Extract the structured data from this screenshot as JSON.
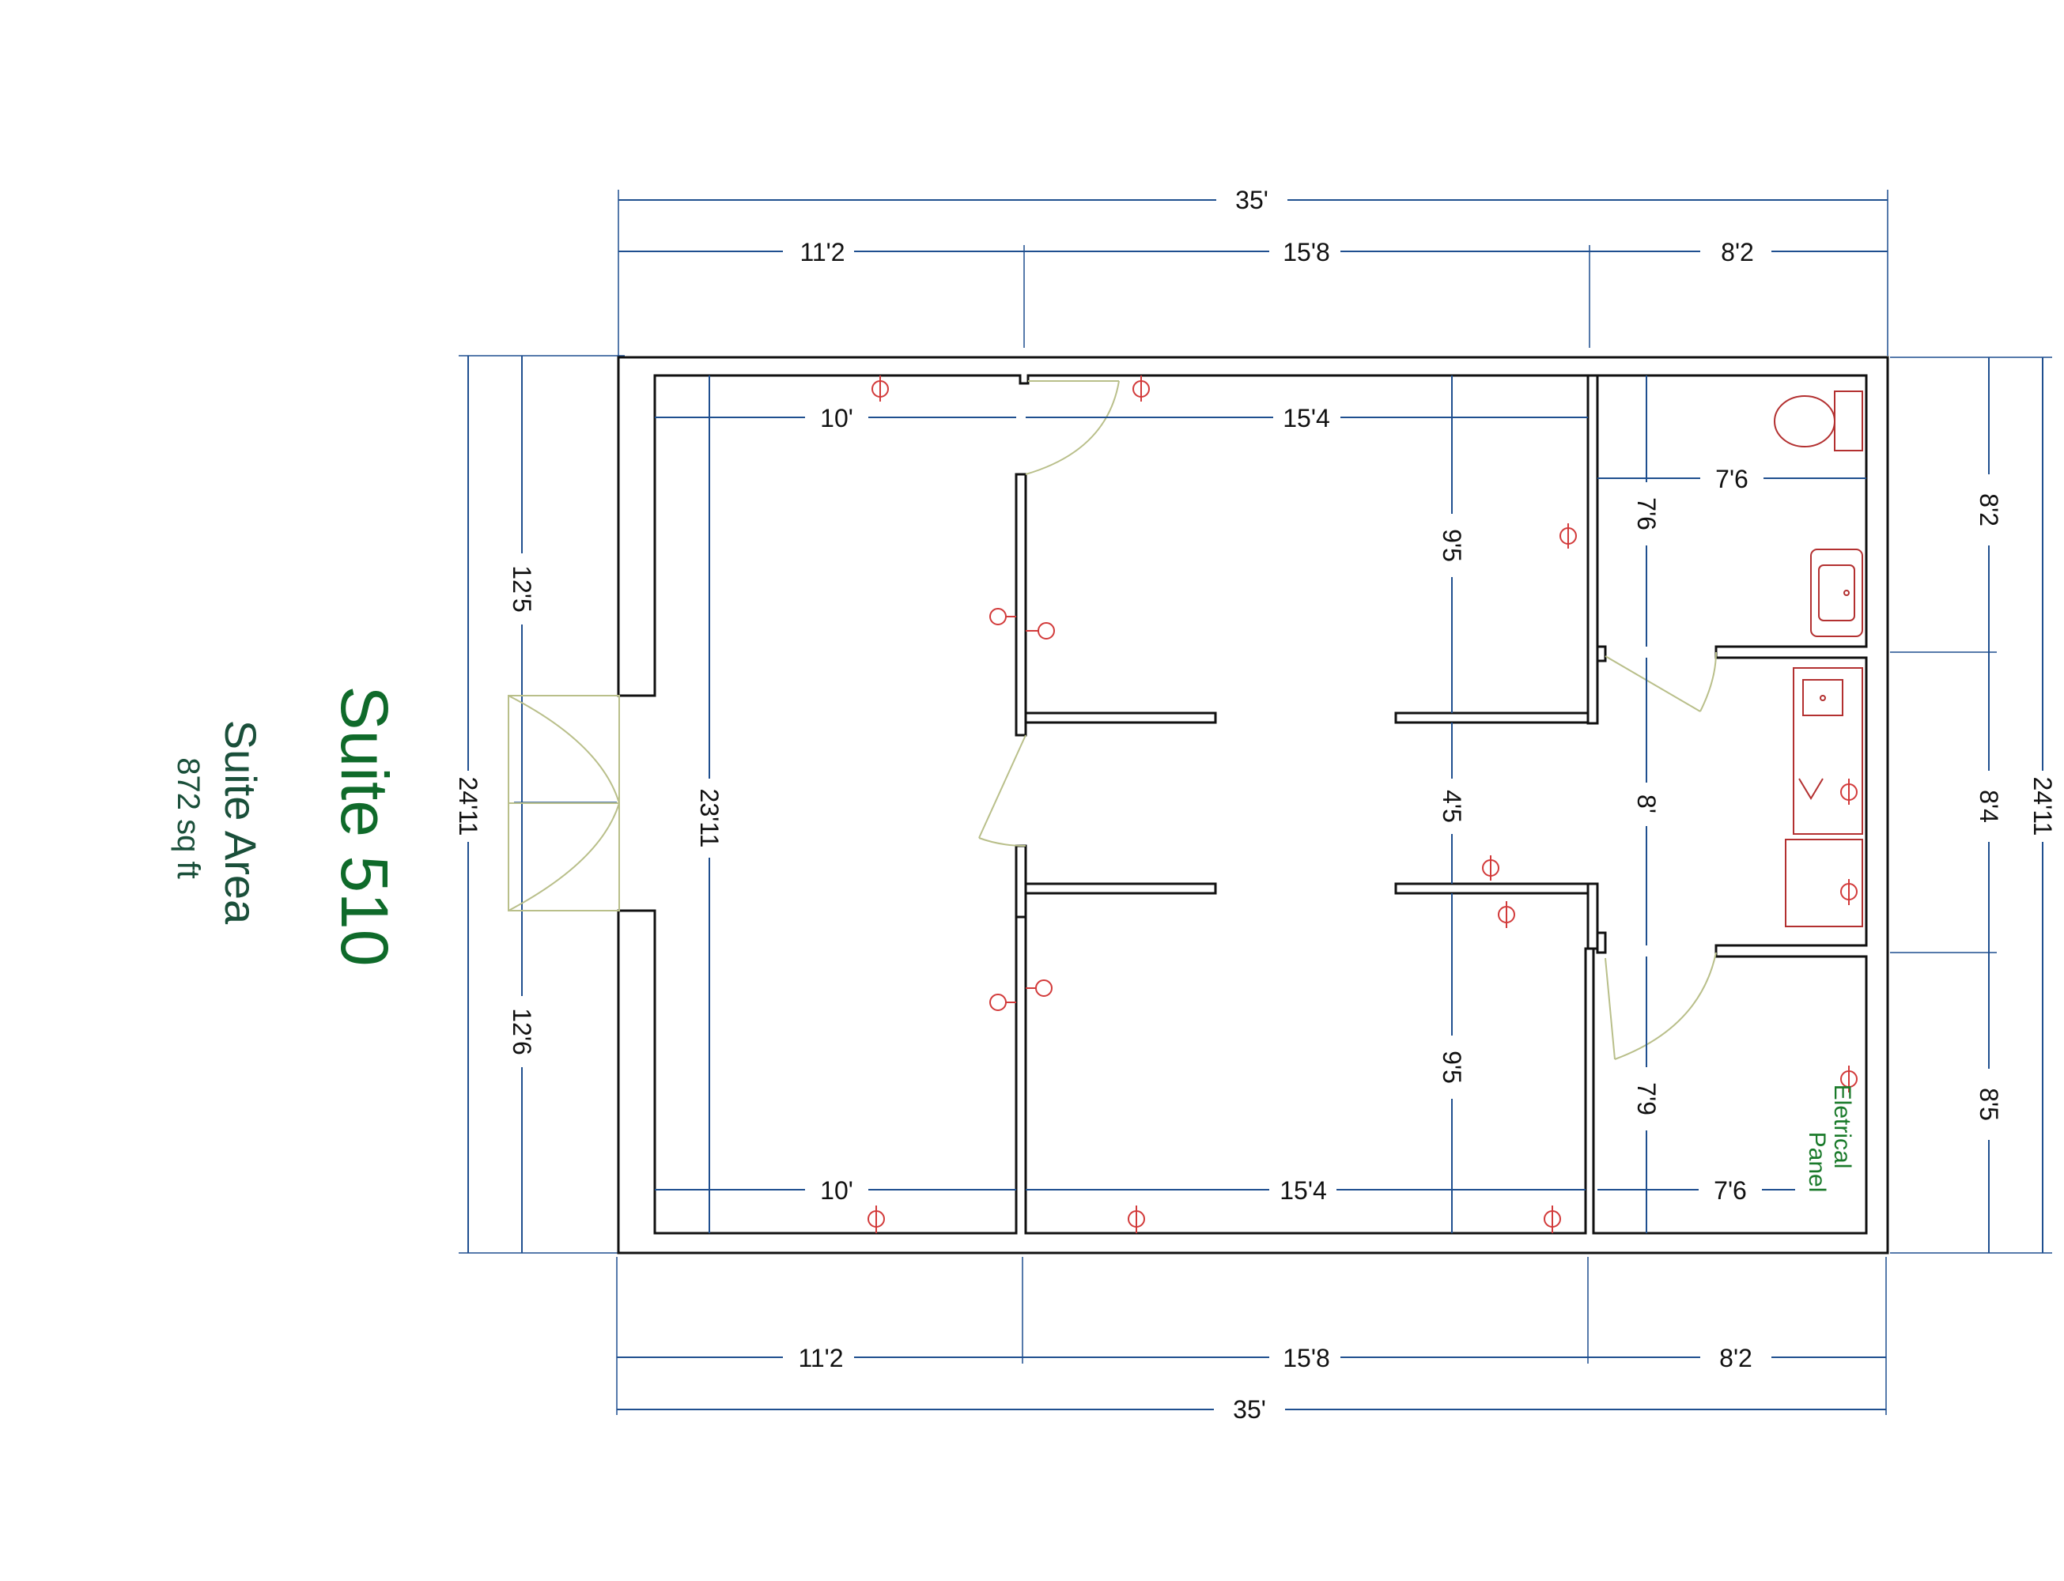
{
  "title": {
    "suite": "Suite 510",
    "area_label": "Suite Area",
    "area_value": "872 sq ft"
  },
  "dimensions": {
    "top_overall": "35'",
    "top_left": "11'2",
    "top_mid": "15'8",
    "top_right": "8'2",
    "bottom_overall": "35'",
    "bottom_left": "11'2",
    "bottom_mid": "15'8",
    "bottom_right": "8'2",
    "left_overall": "24'11",
    "left_upper": "12'5",
    "left_lower": "12'6",
    "right_overall": "24'11",
    "right_upper": "8'2",
    "right_mid": "8'4",
    "right_lower": "8'5"
  },
  "interior": {
    "room_a_top_width": "10'",
    "room_a_bottom_width": "10'",
    "room_a_height": "23'11",
    "office_top_width": "15'4",
    "office_bottom_width": "15'4",
    "office_top_height": "9'5",
    "office_bottom_height": "9'5",
    "hall_width": "4'5",
    "bath_width": "7'6",
    "bath_height": "7'6",
    "utility_height": "8'",
    "panel_room_width": "7'6",
    "panel_room_height": "7'9"
  },
  "labels": {
    "panel_line1": "Eletrical",
    "panel_line2": "Panel"
  },
  "colors": {
    "dimension": "#1f4f8f",
    "wall": "#111111",
    "outlet": "#d23a3a",
    "title": "#0f6a2a"
  }
}
